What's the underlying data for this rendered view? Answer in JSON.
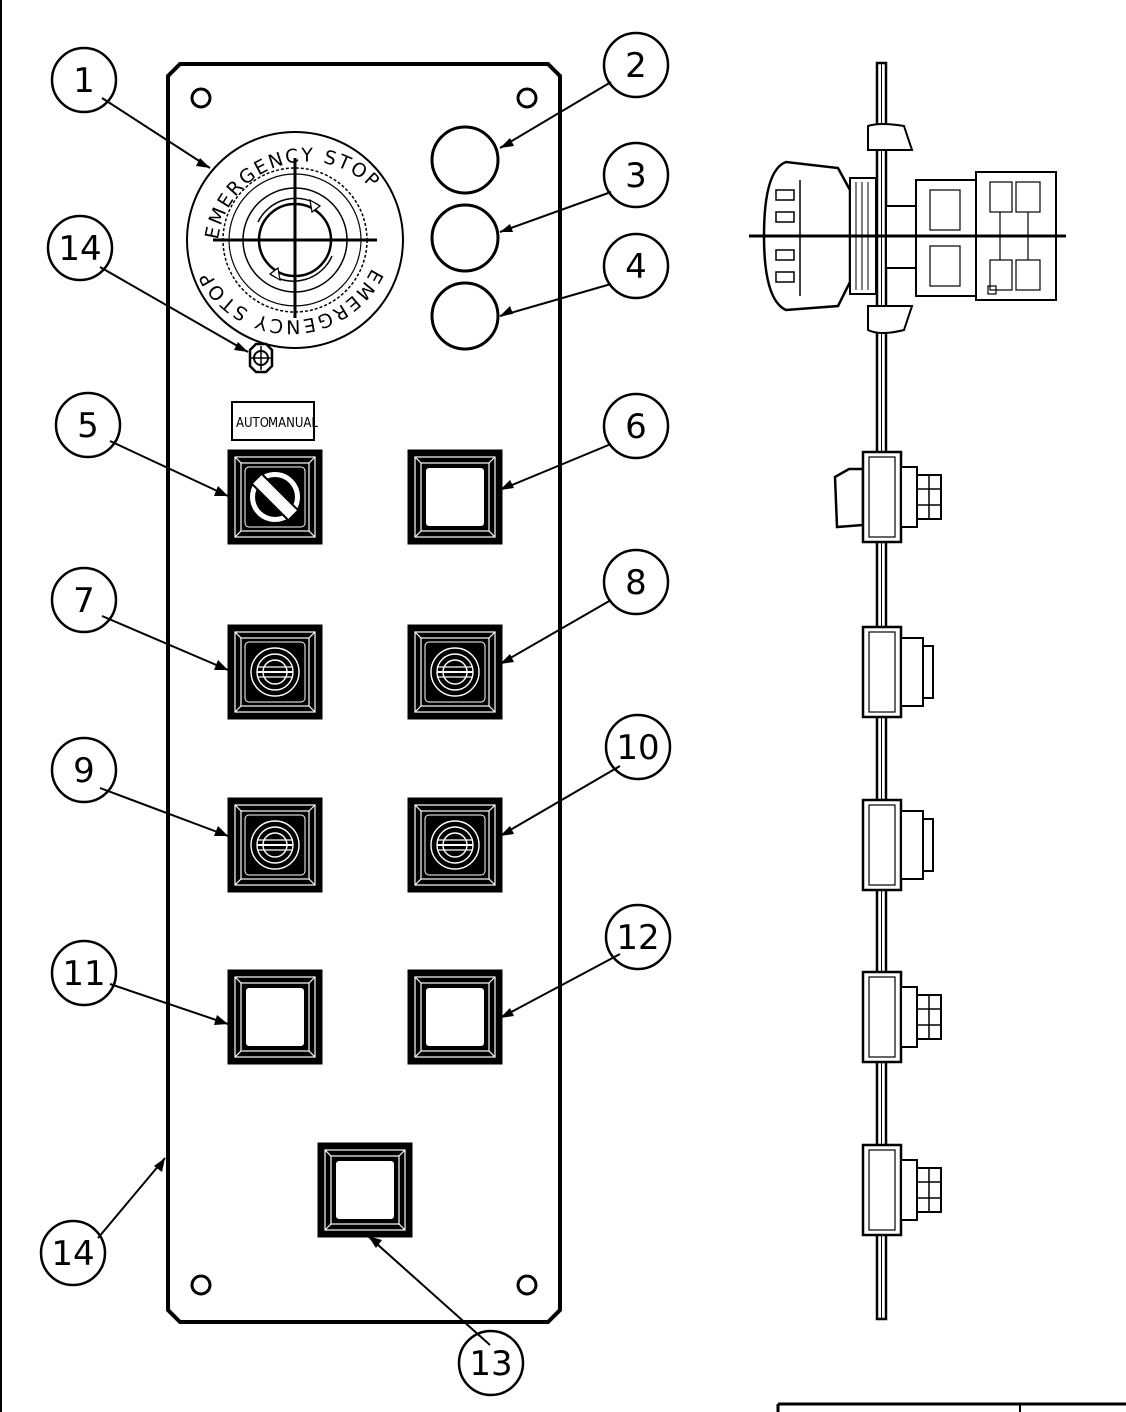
{
  "panel": {
    "selector_legend": {
      "left": "AUTO",
      "right": "MANUAL"
    },
    "estop_ring_text": "EMERGENCY STOP"
  },
  "callouts": [
    {
      "id": "c1",
      "label": "1"
    },
    {
      "id": "c2",
      "label": "2"
    },
    {
      "id": "c3",
      "label": "3"
    },
    {
      "id": "c4",
      "label": "4"
    },
    {
      "id": "c5",
      "label": "5"
    },
    {
      "id": "c6",
      "label": "6"
    },
    {
      "id": "c7",
      "label": "7"
    },
    {
      "id": "c8",
      "label": "8"
    },
    {
      "id": "c9",
      "label": "9"
    },
    {
      "id": "c10",
      "label": "10"
    },
    {
      "id": "c11",
      "label": "11"
    },
    {
      "id": "c12",
      "label": "12"
    },
    {
      "id": "c13",
      "label": "13"
    },
    {
      "id": "c14a",
      "label": "14"
    },
    {
      "id": "c14b",
      "label": "14"
    }
  ]
}
